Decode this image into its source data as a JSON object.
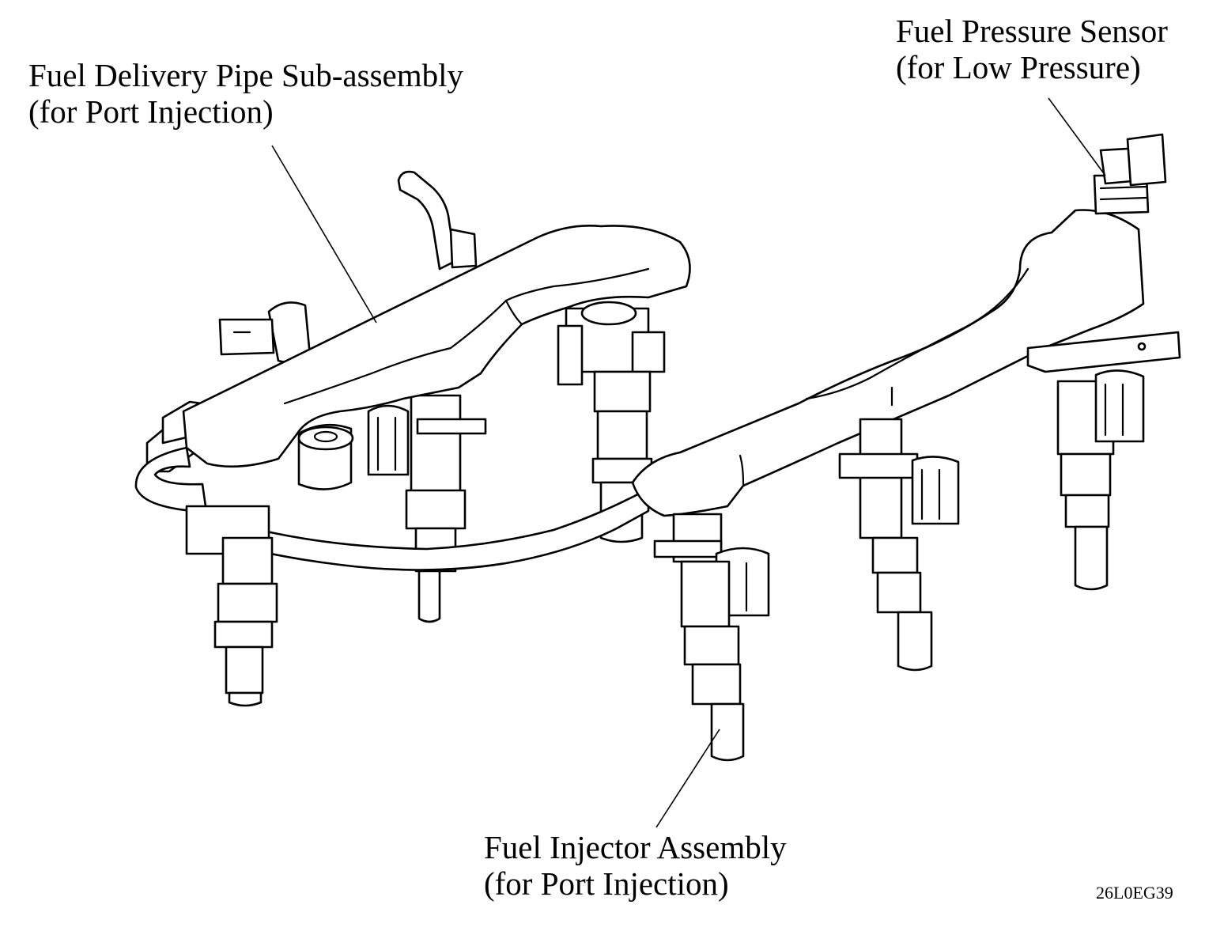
{
  "callouts": {
    "delivery_pipe": {
      "line1": "Fuel Delivery Pipe Sub-assembly",
      "line2": "(for Port Injection)"
    },
    "pressure_sensor": {
      "line1": "Fuel Pressure Sensor",
      "line2": "(for Low Pressure)"
    },
    "injector": {
      "line1": "Fuel Injector Assembly",
      "line2": "(for Port Injection)"
    }
  },
  "figure_code": "26L0EG39"
}
